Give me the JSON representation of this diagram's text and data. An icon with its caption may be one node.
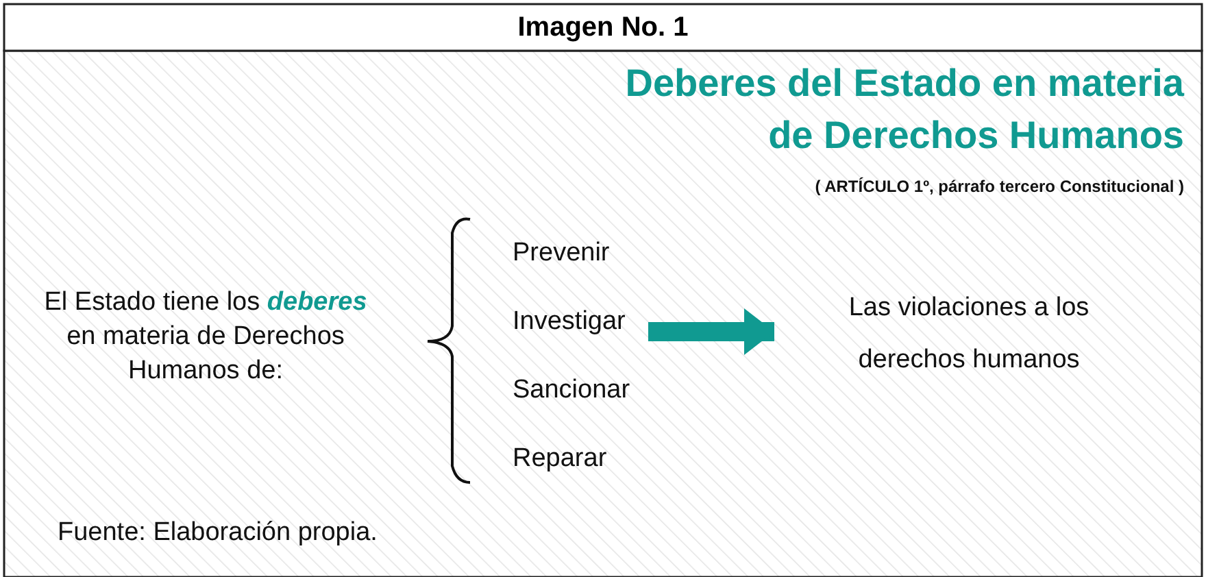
{
  "diagram": {
    "title": "Imagen No. 1",
    "nodes": [
      {
        "text": [
          "El Estado tiene los **deberes** en materia de Derechos Humanos de:"
        ]
      },
      {
        "text": [
          "Prevenir",
          "Investigar",
          "Sancionar",
          "Reparar"
        ]
      },
      {
        "text": [
          "Las violaciones a los derechos humanos"
        ]
      }
    ],
    "edges": [
      {
        "from": 1,
        "to": 2,
        "arrow": "to",
        "color": "#109a91"
      }
    ],
    "labels": [
      "Deberes del Estado en materia de Derechos Humanos",
      "( ARTÍCULO 1º, párrafo tercero Constitucional )",
      "Fuente: Elaboración propia."
    ]
  }
}
